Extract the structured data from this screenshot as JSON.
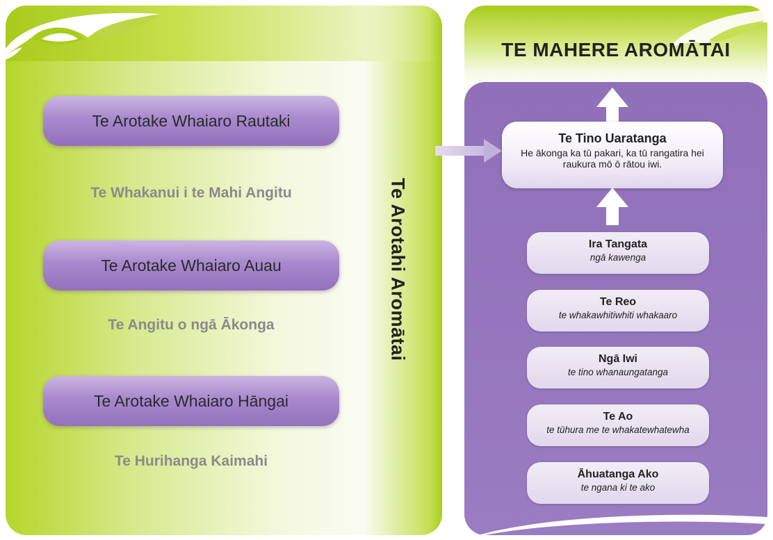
{
  "left": {
    "boxes": [
      {
        "label": "Te Arotake Whaiaro Rautaki",
        "caption": "Te Whakanui i te Mahi Angitu"
      },
      {
        "label": "Te Arotake Whaiaro Auau",
        "caption": "Te Angitu o ngā Ākonga"
      },
      {
        "label": "Te Arotake Whaiaro Hāngai",
        "caption": "Te Hurihanga Kaimahi"
      }
    ],
    "vertical_label": "Te Arotahi Aromātai"
  },
  "right": {
    "title": "TE MAHERE AROMĀTAI",
    "top": {
      "title": "Te Tino Uaratanga",
      "description": "He ākonga ka tū pakari, ka tū rangatira hei raukura mō ō rātou iwi."
    },
    "values": [
      {
        "title": "Ira Tangata",
        "subtitle": "ngā kawenga"
      },
      {
        "title": "Te Reo",
        "subtitle": "te whakawhitiwhiti whakaaro"
      },
      {
        "title": "Ngā Iwi",
        "subtitle": "te tino whanaungatanga"
      },
      {
        "title": "Te Ao",
        "subtitle": "te tūhura me te whakatewhatewha"
      },
      {
        "title": "Āhuatanga Ako",
        "subtitle": "te ngana ki te ako"
      }
    ]
  },
  "colors": {
    "green": "#a9cb1c",
    "purple": "#9577bf",
    "pill": "#a889cd"
  }
}
